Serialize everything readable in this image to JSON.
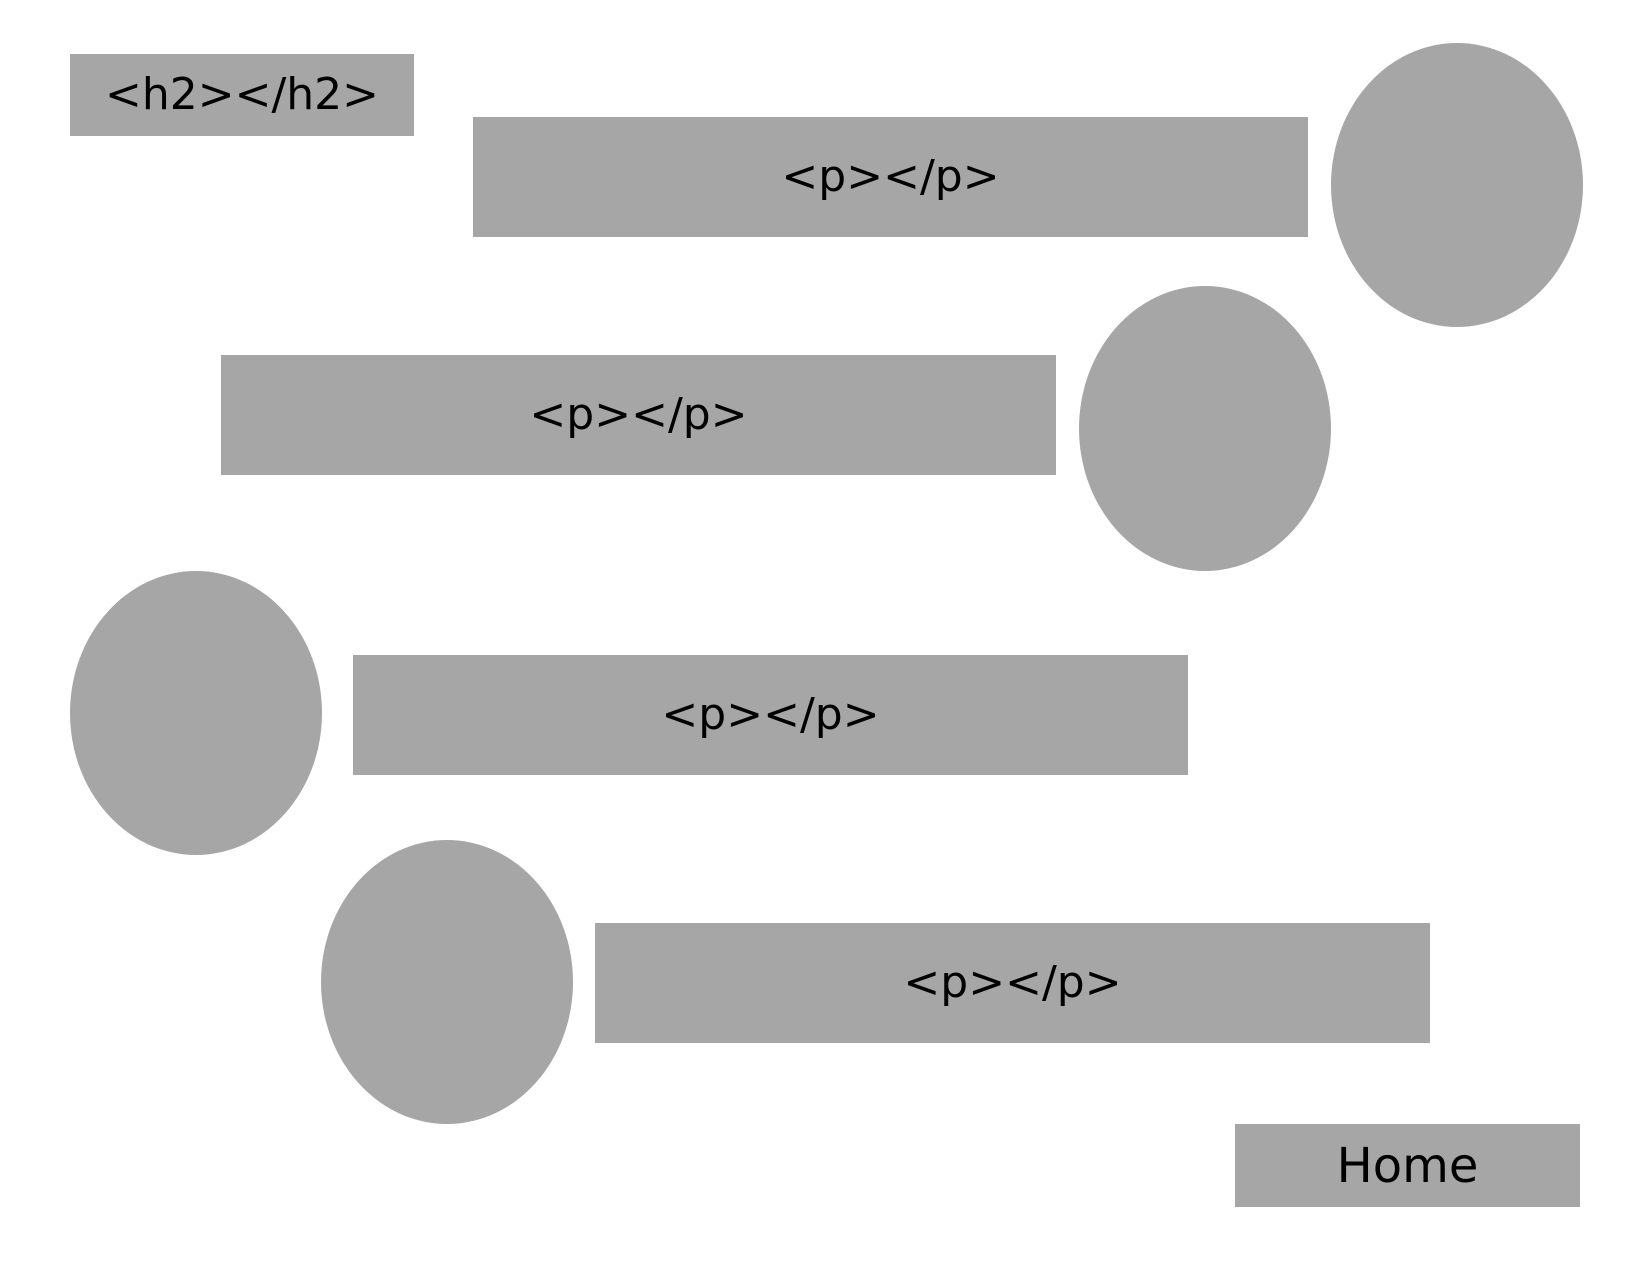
{
  "heading": {
    "label": "<h2></h2>"
  },
  "paragraphs": [
    {
      "label": "<p></p>"
    },
    {
      "label": "<p></p>"
    },
    {
      "label": "<p></p>"
    },
    {
      "label": "<p></p>"
    }
  ],
  "home_button": {
    "label": "Home"
  },
  "colors": {
    "block_fill": "#a6a6a6",
    "text": "#000000",
    "background": "#ffffff"
  }
}
